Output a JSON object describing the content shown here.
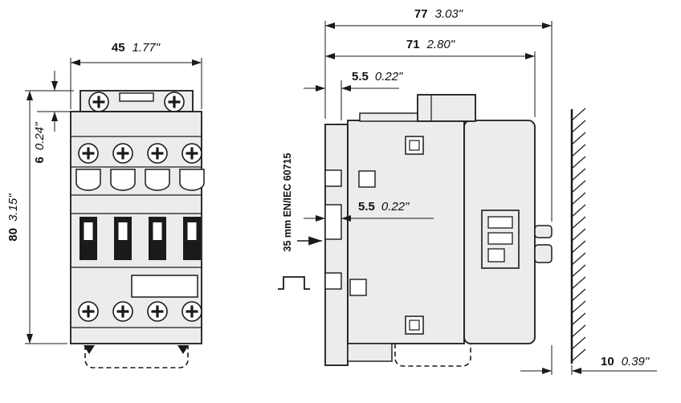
{
  "drawing": {
    "front_view": {
      "width_mm": "45",
      "width_in": "1.77\"",
      "plate_height_mm": "6",
      "plate_height_in": "0.24\"",
      "height_mm": "80",
      "height_in": "3.15\""
    },
    "side_view": {
      "total_depth_mm": "77",
      "total_depth_in": "3.03\"",
      "body_depth_mm": "71",
      "body_depth_in": "2.80\"",
      "top_offset_mm": "5.5",
      "top_offset_in": "0.22\"",
      "rail_offset_mm": "5.5",
      "rail_offset_in": "0.22\"",
      "din_rail_standard": "35 mm EN/IEC 60715",
      "wall_clearance_mm": "10",
      "wall_clearance_in": "0.39\""
    },
    "colors": {
      "line": "#1a1a1a",
      "body_fill": "#ececec",
      "background": "#ffffff"
    }
  }
}
